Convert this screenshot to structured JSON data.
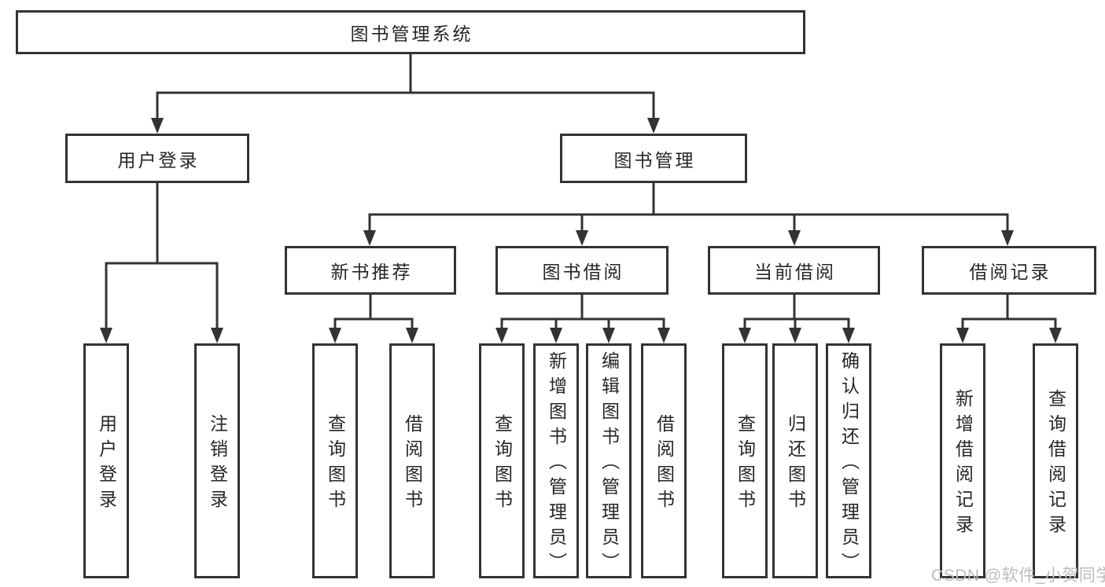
{
  "nodes": {
    "root": {
      "label": "图书管理系统"
    },
    "user_login": {
      "label": "用户登录"
    },
    "book_management": {
      "label": "图书管理"
    },
    "new_book_recommend": {
      "label": "新书推荐"
    },
    "book_borrow": {
      "label": "图书借阅"
    },
    "current_borrow": {
      "label": "当前借阅"
    },
    "borrow_records": {
      "label": "借阅记录"
    },
    "leaves": [
      {
        "label": "用户登录"
      },
      {
        "label": "注销登录"
      },
      {
        "label": "查询图书"
      },
      {
        "label": "借阅图书"
      },
      {
        "label": "查询图书"
      },
      {
        "label": "新增图书（管理员）"
      },
      {
        "label": "编辑图书（管理员）"
      },
      {
        "label": "借阅图书"
      },
      {
        "label": "查询图书"
      },
      {
        "label": "归还图书"
      },
      {
        "label": "确认归还（管理员）"
      },
      {
        "label": "新增借阅记录"
      },
      {
        "label": "查询借阅记录"
      }
    ]
  },
  "watermark": {
    "text": "CSDN @软件_小贺同学"
  },
  "colors": {
    "line": "#333333",
    "text": "#262626",
    "background": "#ffffff",
    "watermark": "#bcbcbc"
  }
}
